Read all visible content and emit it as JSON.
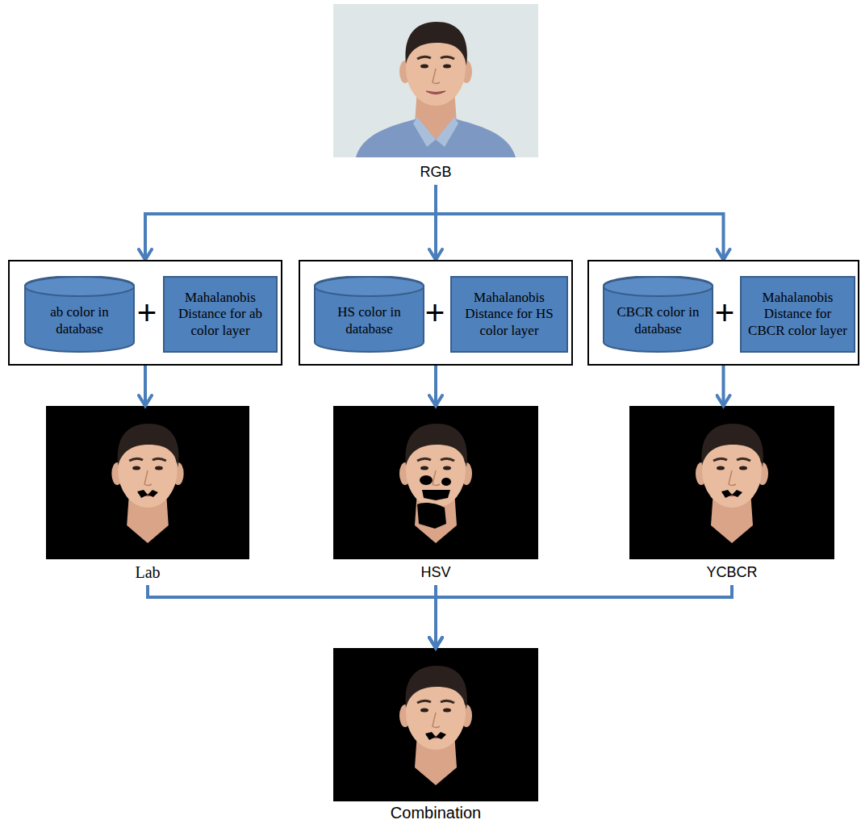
{
  "diagram": {
    "nodes": [
      {
        "text": [
          "RGB"
        ]
      },
      {
        "text": [
          "+"
        ]
      },
      {
        "text": [
          "ab color in database"
        ],
        "in": 1
      },
      {
        "text": [
          "Mahalanobis Distance for ab color layer"
        ],
        "in": 1
      },
      {
        "text": [
          "+"
        ]
      },
      {
        "text": [
          "HS color in database"
        ],
        "in": 4
      },
      {
        "text": [
          "Mahalanobis Distance for HS color layer"
        ],
        "in": 4
      },
      {
        "text": [
          "+"
        ]
      },
      {
        "text": [
          "CBCR color in database"
        ],
        "in": 7
      },
      {
        "text": [
          "Mahalanobis Distance for CBCR color layer"
        ],
        "in": 7
      },
      {
        "text": [
          "Lab"
        ]
      },
      {
        "text": [
          "HSV"
        ]
      },
      {
        "text": [
          "YCBCR"
        ]
      },
      {
        "text": [
          "Combination"
        ]
      }
    ],
    "edges": [
      {
        "from": 0,
        "to": 1,
        "arrow": "to"
      },
      {
        "from": 0,
        "to": 4,
        "arrow": "to"
      },
      {
        "from": 0,
        "to": 7,
        "arrow": "to"
      },
      {
        "from": 1,
        "to": 10,
        "arrow": "to"
      },
      {
        "from": 4,
        "to": 11,
        "arrow": "to"
      },
      {
        "from": 7,
        "to": 12,
        "arrow": "to"
      },
      {
        "from": 10,
        "to": 13,
        "arrow": "to"
      },
      {
        "from": 11,
        "to": 13,
        "arrow": "to"
      },
      {
        "from": 12,
        "to": 13,
        "arrow": "to"
      }
    ]
  }
}
